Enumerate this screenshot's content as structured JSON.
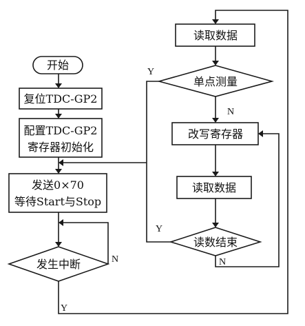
{
  "nodes": {
    "start": "开始",
    "reset": "复位TDC-GP2",
    "config_line1": "配置TDC-GP2",
    "config_line2": "寄存器初始化",
    "send_line1": "发送0×70",
    "send_line2": "等待Start与Stop",
    "interrupt": "发生中断",
    "read_data_top": "读取数据",
    "single_point": "单点测量",
    "rewrite_reg": "改写寄存器",
    "read_data_mid": "读取数据",
    "read_end": "读数结束"
  },
  "branches": {
    "interrupt_no": "N",
    "interrupt_yes": "Y",
    "single_point_yes": "Y",
    "single_point_no": "N",
    "read_end_yes": "Y",
    "read_end_no": "N"
  }
}
